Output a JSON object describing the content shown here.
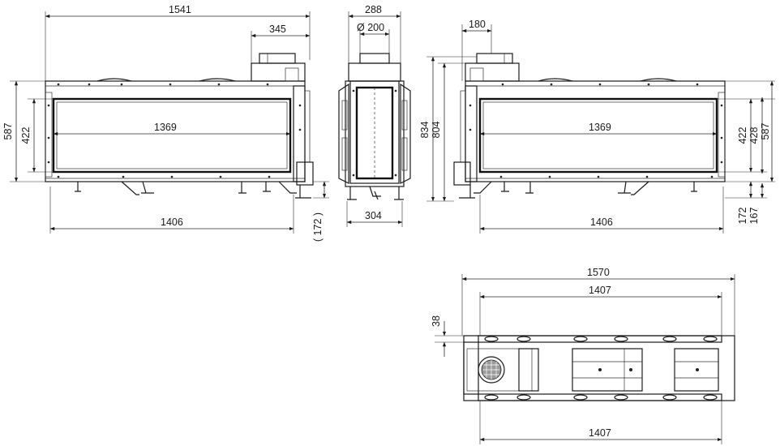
{
  "drawing": {
    "front_view": {
      "width": "1541",
      "flue_offset": "345",
      "glass_width": "1369",
      "base_width": "1406",
      "height": "587",
      "glass_height": "422",
      "leg_height": "( 172 )"
    },
    "side_view": {
      "depth_top": "288",
      "flue_diameter": "Ø 200",
      "depth_base": "304"
    },
    "back_view": {
      "flue_offset": "180",
      "total_height": "834",
      "height_to_flue": "804",
      "glass_width": "1369",
      "base_width": "1406",
      "glass_height": "422",
      "frame_height": "428",
      "height": "587",
      "leg_height": "172",
      "leg_height_alt": "167"
    },
    "top_view": {
      "total_width": "1570",
      "inner_width": "1407",
      "edge_depth": "38",
      "base_width": "1407"
    }
  }
}
